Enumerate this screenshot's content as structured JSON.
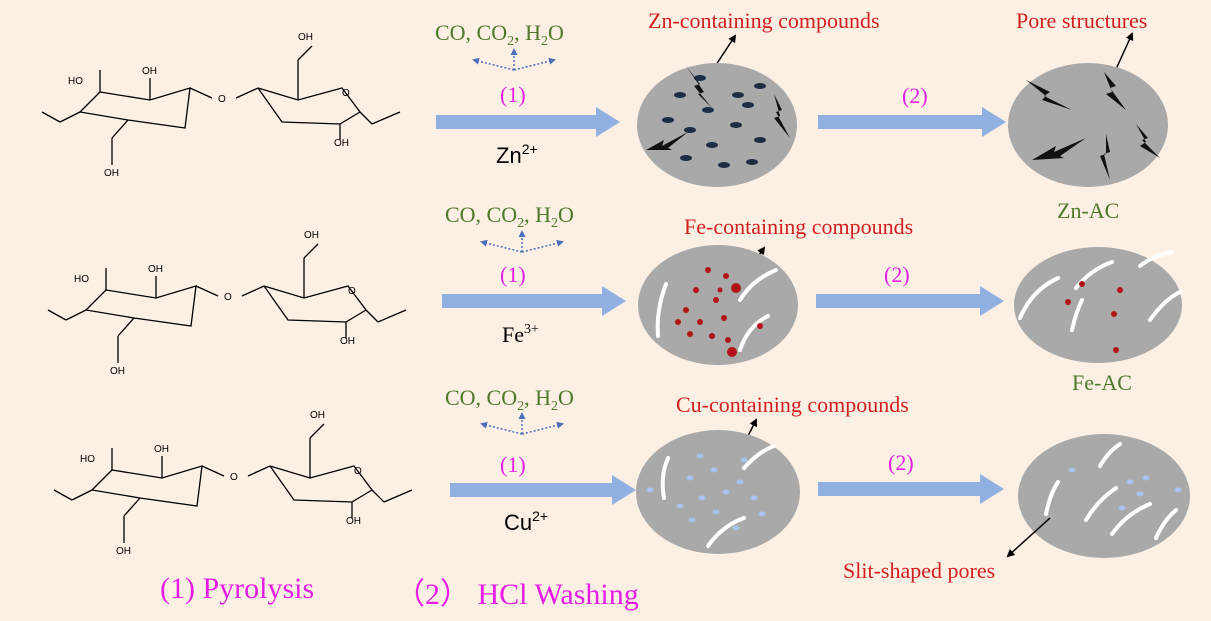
{
  "colors": {
    "background": "#fcefe4",
    "arrow": "#8fb0e0",
    "gas_text": "#4e7a2a",
    "compound_text": "#d21f1f",
    "step_text": "#e61ee6",
    "product_text": "#4e7a2a",
    "disc": "#a9a9a9",
    "zn_particle": "#1c2e44",
    "fe_particle": "#b3141a",
    "cu_particle": "#a8c4ee",
    "pore_white": "#ffffff",
    "pore_black": "#111111"
  },
  "rows": [
    {
      "gas_parts": [
        "CO, CO",
        "2",
        ", H",
        "2",
        "O"
      ],
      "step1": "(1)",
      "ion_base": "Zn",
      "ion_charge": "2+",
      "compound_label": "Zn-containing compounds",
      "step2": "(2)",
      "product": "Zn-AC",
      "annotation": "Pore structures"
    },
    {
      "gas_parts": [
        "CO, CO",
        "2",
        ", H",
        "2",
        "O"
      ],
      "step1": "(1)",
      "ion_base": "Fe",
      "ion_charge": "3+",
      "compound_label": "Fe-containing compounds",
      "step2": "(2)",
      "product": "Fe-AC"
    },
    {
      "gas_parts": [
        "CO, CO",
        "2",
        ", H",
        "2",
        "O"
      ],
      "step1": "(1)",
      "ion_base": "Cu",
      "ion_charge": "2+",
      "compound_label": "Cu-containing compounds",
      "step2": "(2)",
      "annotation": "Slit-shaped pores"
    }
  ],
  "molecule_labels": {
    "oh": "OH",
    "ho": "HO",
    "o": "O"
  },
  "legend": {
    "pyrolysis": "(1) Pyrolysis",
    "washing": "（2）  HCl Washing"
  }
}
